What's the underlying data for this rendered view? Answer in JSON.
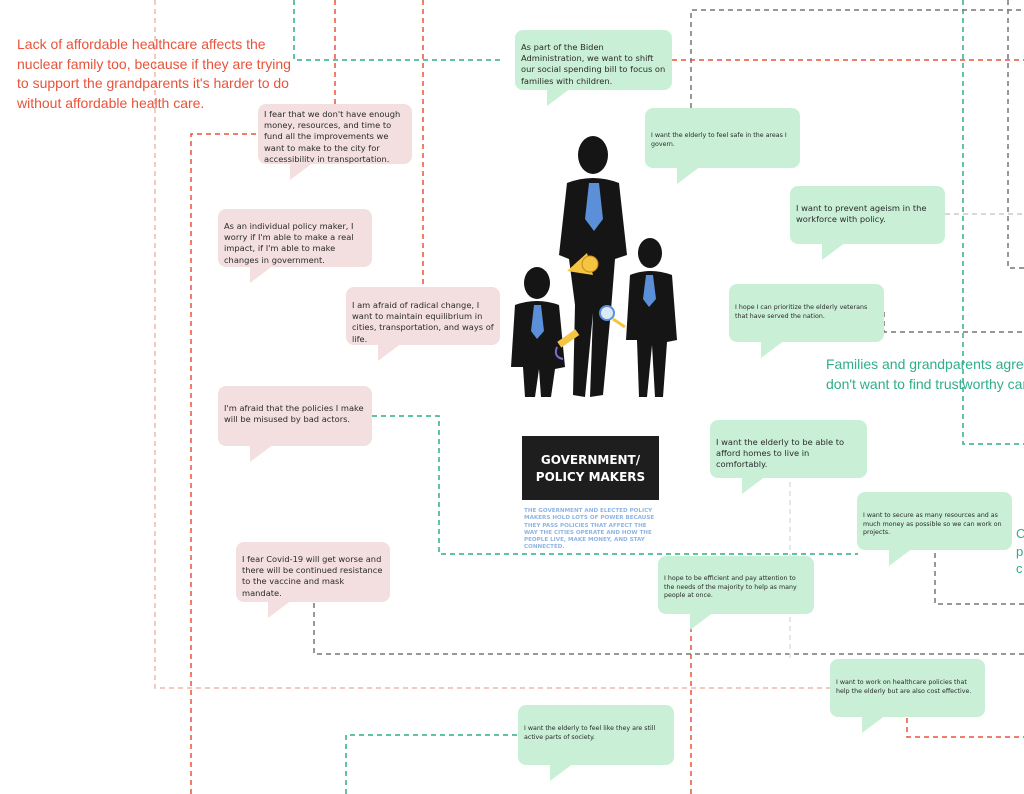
{
  "notes": {
    "healthcare_left": "Lack of affordable healthcare affects the\nnuclear family too, because if they are trying\nto support the grandparents it's harder to do\nwithout affordable health care.",
    "families_right": "Families and grandparents agree\ndon't want to find trustworthy car",
    "partial_right": "C\np\nc"
  },
  "persona": {
    "title": "GOVERNMENT/\nPOLICY MAKERS",
    "description": "THE GOVERNMENT AND ELECTED POLICY MAKERS HOLD LOTS OF POWER BECAUSE THEY PASS POLICIES THAT AFFECT THE WAY THE CITIES OPERATE AND HOW THE PEOPLE LIVE, MAKE MONEY, AND STAY CONNECTED."
  },
  "fears": [
    "I fear that we don't have enough money, resources, and time to fund all the improvements we want to make to the city for accessibility in transportation.",
    "As an individual policy maker, I worry if I'm able to make a real impact, if I'm able to make changes in government.",
    "I am afraid of radical change, I want to maintain equilibrium in cities, transportation, and ways of life.",
    "I'm afraid that the policies I make will be misused by bad actors.",
    "I fear Covid-19 will get worse and there will be continued resistance to the vaccine and mask mandate."
  ],
  "wants": [
    "As part of the Biden Administration, we want to shift our social spending bill to focus on families with children.",
    "I want the elderly to feel safe in the areas I govern.",
    "I want to prevent ageism in the workforce with policy.",
    "I hope I can prioritize the elderly veterans that have served the nation.",
    "I want the elderly to be able to afford homes to live in comfortably.",
    "I want to secure as many resources and as much money as possible so we can work on projects.",
    "I hope to be efficient and pay attention to the needs of the majority to help as many people at once.",
    "I want to work on healthcare policies that help the elderly but are also cost effective.",
    "I want the elderly to feel like they are still active parts of society."
  ],
  "colors": {
    "fear_bubble": "#f3dfdf",
    "want_bubble": "#c9efd6",
    "orange_line": "#e8533a",
    "teal_line": "#2fae8a",
    "gray_line": "#777777",
    "tie": "#5b8fd8"
  },
  "icons": [
    "megaphone-icon",
    "magnifier-icon",
    "ruler-icon"
  ]
}
